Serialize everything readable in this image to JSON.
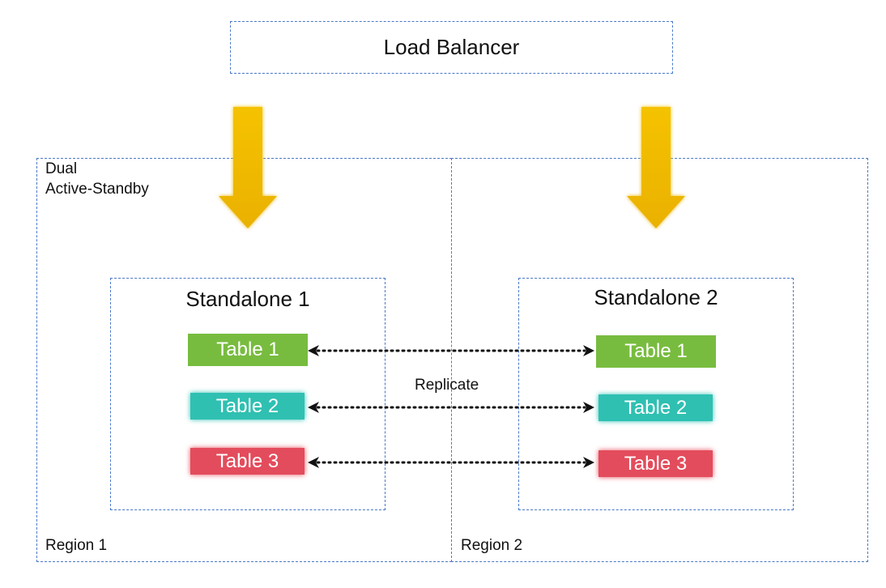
{
  "load_balancer": {
    "label": "Load Balancer"
  },
  "diagram_title": {
    "line1": "Dual",
    "line2": "Active-Standby"
  },
  "regions": [
    {
      "label": "Region 1"
    },
    {
      "label": "Region 2"
    }
  ],
  "standalones": [
    {
      "title": "Standalone 1",
      "tables": [
        {
          "label": "Table 1",
          "color": "#78bc3f"
        },
        {
          "label": "Table 2",
          "color": "#2fc0b2"
        },
        {
          "label": "Table 3",
          "color": "#e34c5c"
        }
      ]
    },
    {
      "title": "Standalone 2",
      "tables": [
        {
          "label": "Table 1",
          "color": "#78bc3f"
        },
        {
          "label": "Table 2",
          "color": "#2fc0b2"
        },
        {
          "label": "Table 3",
          "color": "#e34c5c"
        }
      ]
    }
  ],
  "replicate_label": "Replicate",
  "colors": {
    "border": "#4a78c8",
    "arrow": "#f2bb00"
  }
}
